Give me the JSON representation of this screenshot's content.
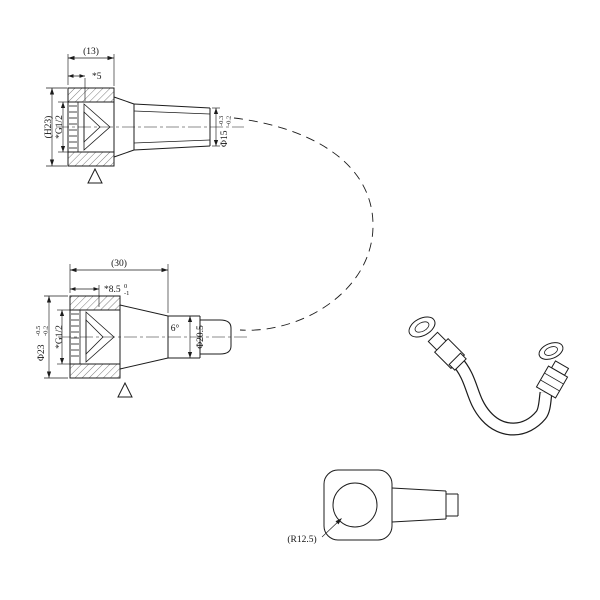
{
  "drawing": {
    "top_view": {
      "length": "(13)",
      "depth": "*5",
      "height": "(H23)",
      "thread": "*G1/2",
      "tip_dia": "Φ15",
      "tip_dia_tol_upper": "-0.3",
      "tip_dia_tol_lower": "-0.2"
    },
    "middle_view": {
      "length": "(30)",
      "depth": "*8.5",
      "depth_tol_upper": "0",
      "depth_tol_lower": "-1",
      "outer_dia": "Φ23",
      "outer_dia_tol_upper": "-0.5",
      "outer_dia_tol_lower": "-0.2",
      "thread": "*G1/2",
      "taper_angle": "6°",
      "tip_dia": "Φ20.5"
    },
    "elbow_view": {
      "radius": "(R12.5)"
    }
  }
}
